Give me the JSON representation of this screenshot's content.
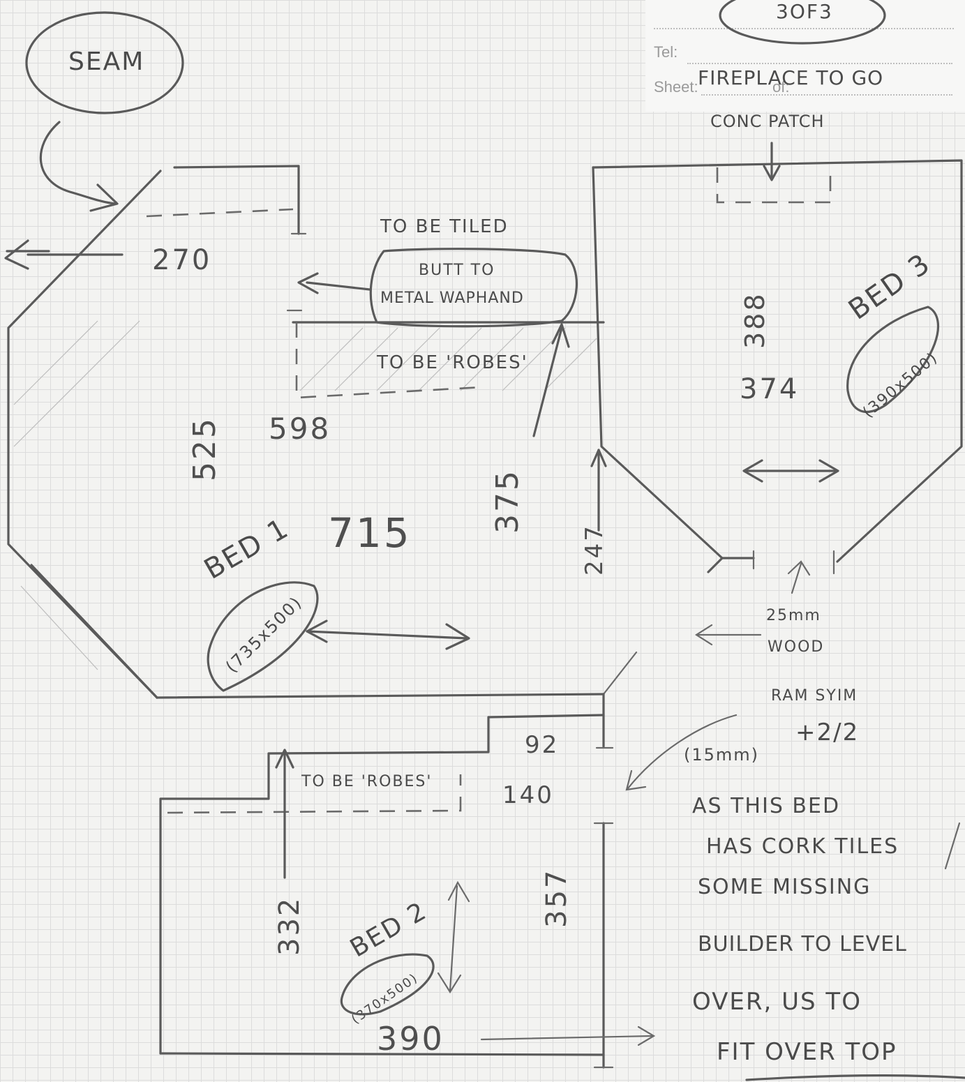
{
  "header": {
    "sheet_number": "3OF3",
    "tel_label": "Tel:",
    "sheet_label": "Sheet:",
    "of_label": "of:"
  },
  "notes": {
    "seam": "SEAM",
    "fireplace": "FIREPLACE TO GO",
    "conc_patch": "CONC PATCH",
    "to_be_tiled": "TO BE TILED",
    "butt_line1": "BUTT TO",
    "butt_line2": "METAL WAPHAND",
    "to_be_robes_1": "TO BE 'ROBES'",
    "to_be_robes_2": "TO BE 'ROBES'",
    "wood_line1": "25mm",
    "wood_line2": "WOOD",
    "ramp_line1": "RAM SYIM",
    "ramp_line2": "+2/2",
    "mm15": "(15mm)",
    "remark": [
      "AS THIS BED",
      "HAS CORK TILES",
      "SOME MISSING",
      "BUILDER TO LEVEL",
      "OVER, US TO",
      "FIT OVER TOP"
    ]
  },
  "rooms": {
    "bed1": {
      "label": "BED 1",
      "size": "(735x500)"
    },
    "bed2": {
      "label": "BED 2",
      "size": "(370x500)"
    },
    "bed3": {
      "label": "BED 3",
      "size": "(390x500)"
    }
  },
  "dimensions": {
    "d270": "270",
    "d525": "525",
    "d598": "598",
    "d715": "715",
    "d375": "375",
    "d247": "247",
    "d388": "388",
    "d374": "374",
    "d92": "92",
    "d140": "140",
    "d332": "332",
    "d357": "357",
    "d390": "390"
  }
}
